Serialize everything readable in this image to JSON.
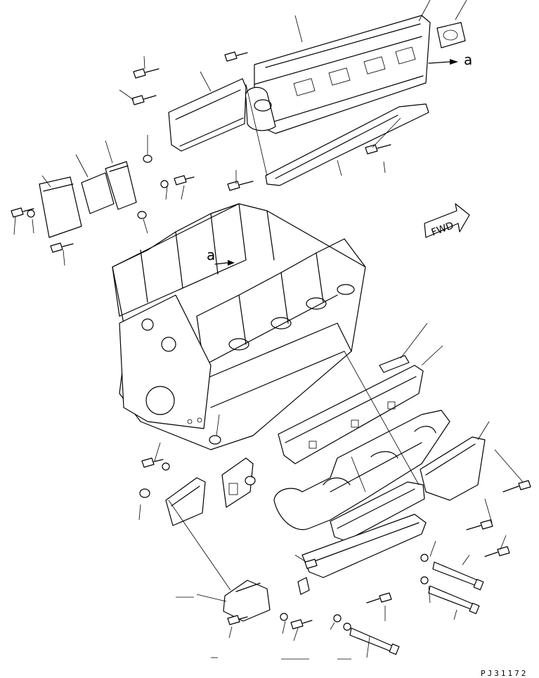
{
  "drawing_code": "PJ31172",
  "view_marker": "a",
  "direction_label": "FWD"
}
